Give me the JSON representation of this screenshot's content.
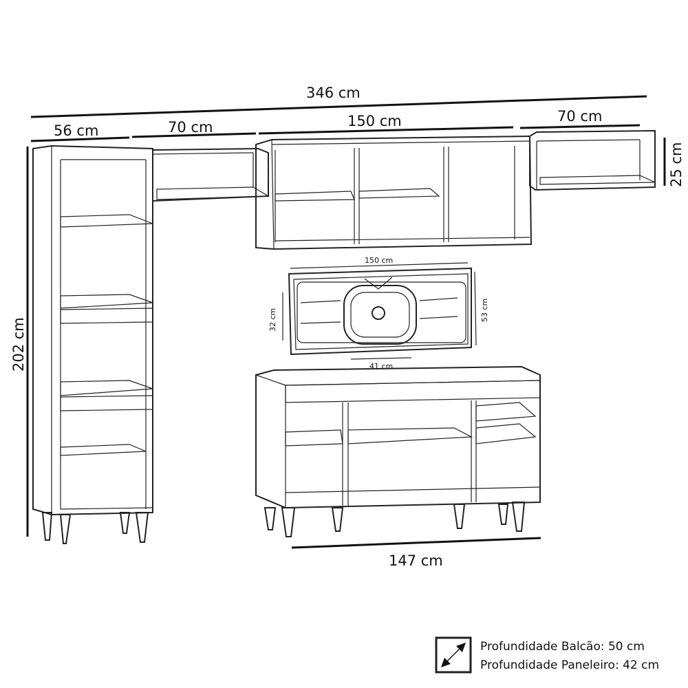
{
  "dimensions": {
    "total_width": "346 cm",
    "tower_width": "56 cm",
    "upper_left_width": "70 cm",
    "upper_center_width": "150 cm",
    "upper_right_width": "70 cm",
    "upper_right_height": "25 cm",
    "tower_height": "202 cm",
    "base_width": "147 cm"
  },
  "sink": {
    "width": "150 cm",
    "depth": "53 cm",
    "bowl_depth": "32 cm",
    "bowl_width": "41 cm"
  },
  "legend": {
    "icon": "diagonal-double-arrow-icon",
    "depth_base": "Profundidade Balcão: 50 cm",
    "depth_tower": "Profundidade Paneleiro: 42 cm"
  }
}
